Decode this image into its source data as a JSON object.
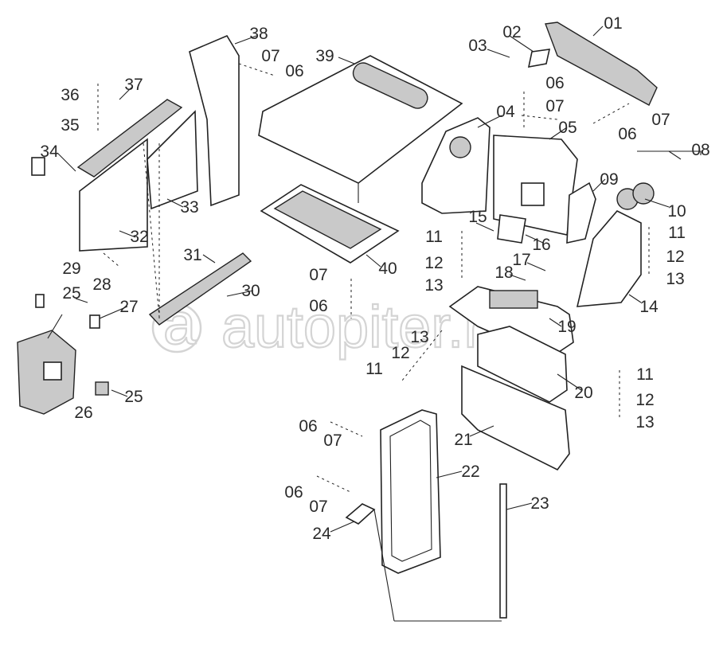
{
  "diagram": {
    "watermark": "autopiter.ru",
    "labels": [
      "01",
      "02",
      "03",
      "04",
      "05",
      "06",
      "07",
      "06",
      "07",
      "08",
      "09",
      "10",
      "11",
      "12",
      "13",
      "14",
      "15",
      "16",
      "17",
      "18",
      "19",
      "20",
      "21",
      "22",
      "23",
      "24",
      "25",
      "25",
      "26",
      "27",
      "28",
      "29",
      "30",
      "31",
      "32",
      "33",
      "34",
      "35",
      "36",
      "37",
      "38",
      "39",
      "40",
      "06",
      "07",
      "07",
      "06",
      "13",
      "12",
      "11",
      "11",
      "12",
      "13",
      "11",
      "12",
      "13",
      "06",
      "07",
      "06",
      "07"
    ]
  }
}
